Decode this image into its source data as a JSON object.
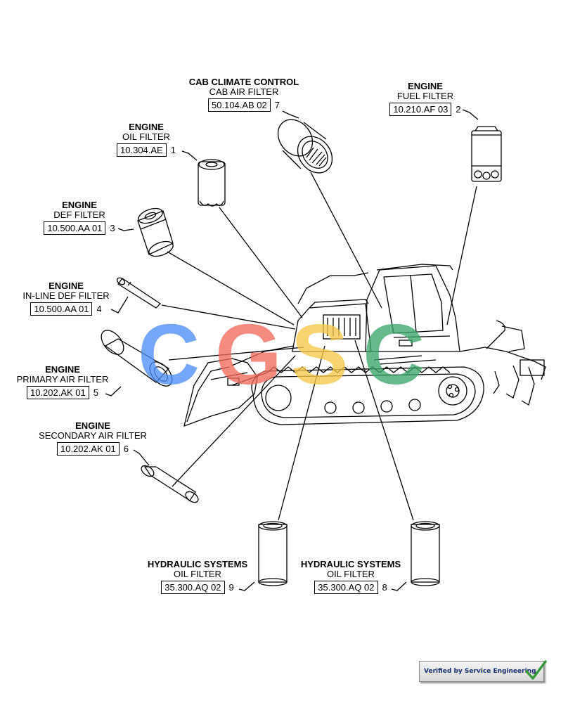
{
  "callouts": [
    {
      "id": "cab-air-filter",
      "system": "CAB CLIMATE CONTROL",
      "name": "CAB AIR FILTER",
      "ref": "50.104.AB 02",
      "num": "7"
    },
    {
      "id": "fuel-filter",
      "system": "ENGINE",
      "name": "FUEL FILTER",
      "ref": "10.210.AF 03",
      "num": "2"
    },
    {
      "id": "oil-filter",
      "system": "ENGINE",
      "name": "OIL FILTER",
      "ref": "10.304.AE",
      "num": "1"
    },
    {
      "id": "def-filter",
      "system": "ENGINE",
      "name": "DEF FILTER",
      "ref": "10.500.AA 01",
      "num": "3"
    },
    {
      "id": "inline-def-filter",
      "system": "ENGINE",
      "name": "IN-LINE DEF FILTER",
      "ref": "10.500.AA 01",
      "num": "4"
    },
    {
      "id": "primary-air-filter",
      "system": "ENGINE",
      "name": "PRIMARY AIR FILTER",
      "ref": "10.202.AK 01",
      "num": "5"
    },
    {
      "id": "secondary-air-filter",
      "system": "ENGINE",
      "name": "SECONDARY AIR FILTER",
      "ref": "10.202.AK 01",
      "num": "6"
    },
    {
      "id": "hydraulic-oil-filter-9",
      "system": "HYDRAULIC SYSTEMS",
      "name": "OIL FILTER",
      "ref": "35.300.AQ 02",
      "num": "9"
    },
    {
      "id": "hydraulic-oil-filter-8",
      "system": "HYDRAULIC SYSTEMS",
      "name": "OIL FILTER",
      "ref": "35.300.AQ 02",
      "num": "8"
    }
  ],
  "watermark": {
    "letters": [
      "C",
      "G",
      "S",
      "C"
    ],
    "colors": [
      "#4f8ff7",
      "#f26b5b",
      "#f7c948",
      "#3aa66a"
    ]
  },
  "badge": {
    "text": "Verified by Service Engineering",
    "check_color": "#3a9a3a"
  }
}
